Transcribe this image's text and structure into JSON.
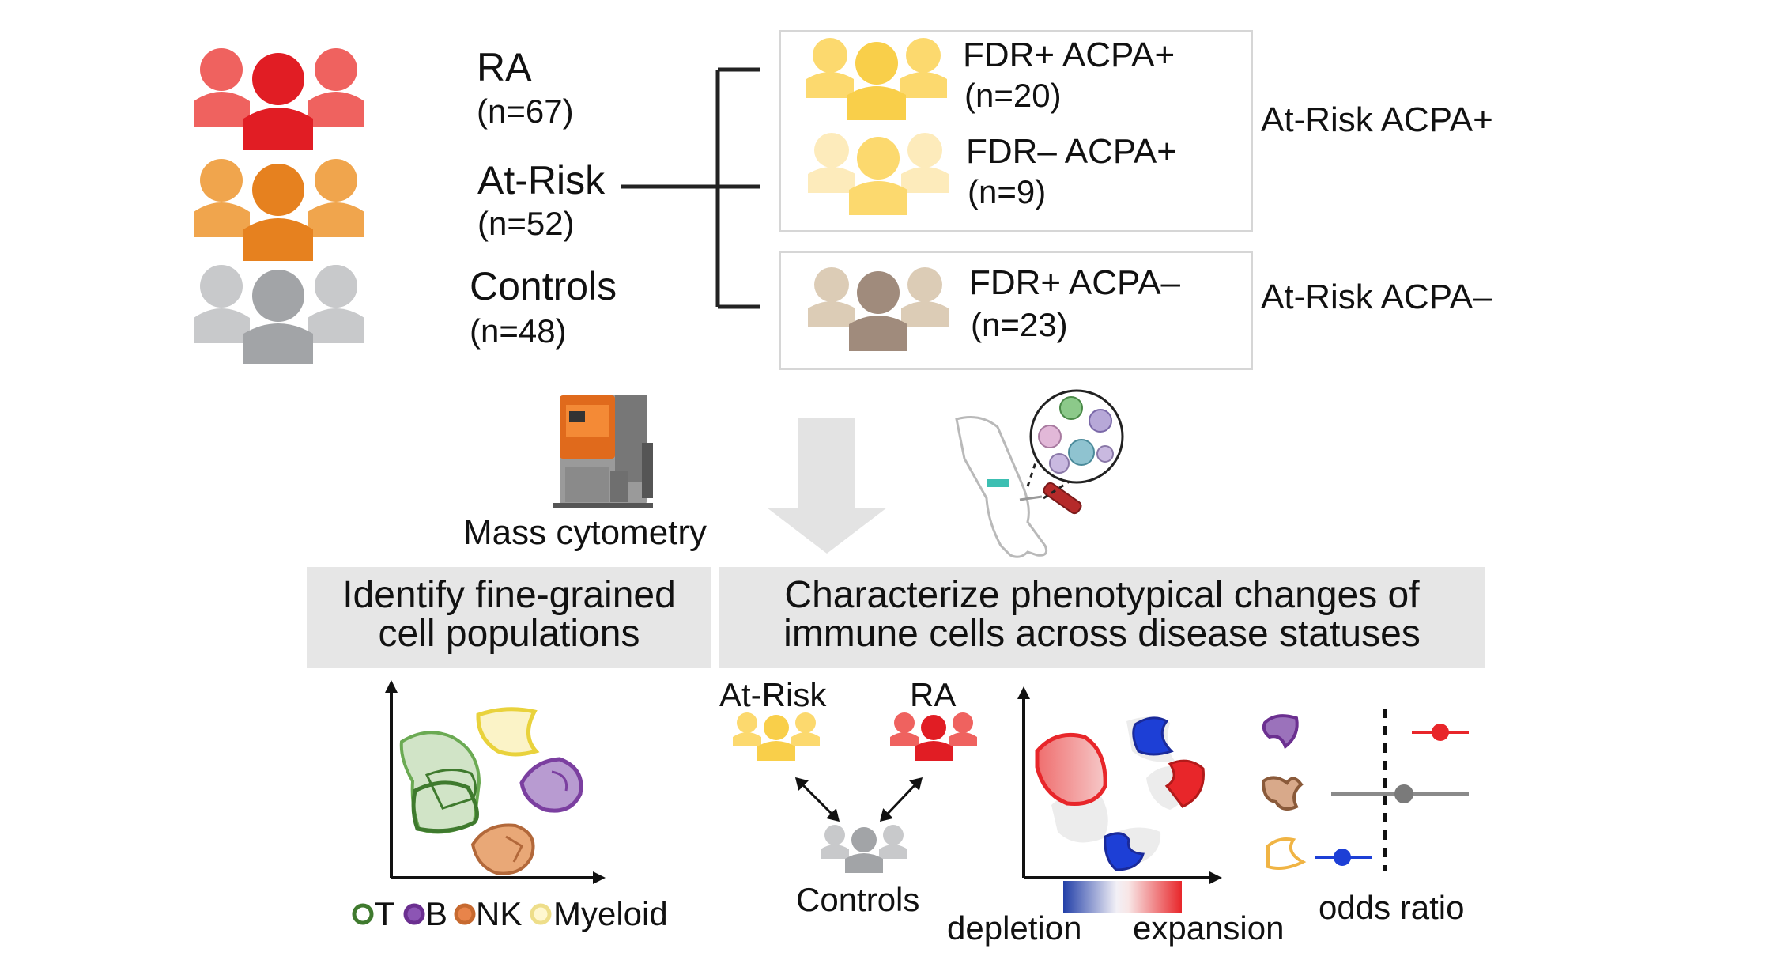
{
  "groups": [
    {
      "name": "RA",
      "n": "(n=67)",
      "color": "#e8262a"
    },
    {
      "name": "At-Risk",
      "n": "(n=52)",
      "color": "#ec8a2a"
    },
    {
      "name": "Controls",
      "n": "(n=48)",
      "color": "#a9abae"
    }
  ],
  "subgroups": [
    {
      "name": "FDR+ ACPA+",
      "n": "(n=20)",
      "color": "#fbd25b"
    },
    {
      "name": "FDR– ACPA+",
      "n": "(n=9)",
      "color": "#fde59a"
    },
    {
      "name": "FDR+ ACPA–",
      "n": "(n=23)",
      "color": "#a08b7c"
    }
  ],
  "risk_labels": {
    "pos": "At-Risk ACPA+",
    "neg": "At-Risk ACPA–"
  },
  "method": {
    "label": "Mass cytometry"
  },
  "panels": {
    "left": {
      "line1": "Identify fine-grained",
      "line2": "cell populations"
    },
    "right": {
      "line1": "Characterize phenotypical changes of",
      "line2": "immune cells across disease statuses"
    }
  },
  "legend": {
    "t": "T",
    "b": "B",
    "nk": "NK",
    "myeloid": "Myeloid"
  },
  "comparison": {
    "atrisk": "At-Risk",
    "ra": "RA",
    "controls": "Controls"
  },
  "colorbar": {
    "low": "depletion",
    "high": "expansion"
  },
  "odds": {
    "label": "odds ratio"
  },
  "colors": {
    "t": "#3f7a2e",
    "b": "#7b3fa0",
    "nk": "#e07a3a",
    "myeloid": "#f0e27a",
    "expansion": "#e8262a",
    "depletion": "#1d3fd6",
    "neutral": "#8a8a8a"
  }
}
